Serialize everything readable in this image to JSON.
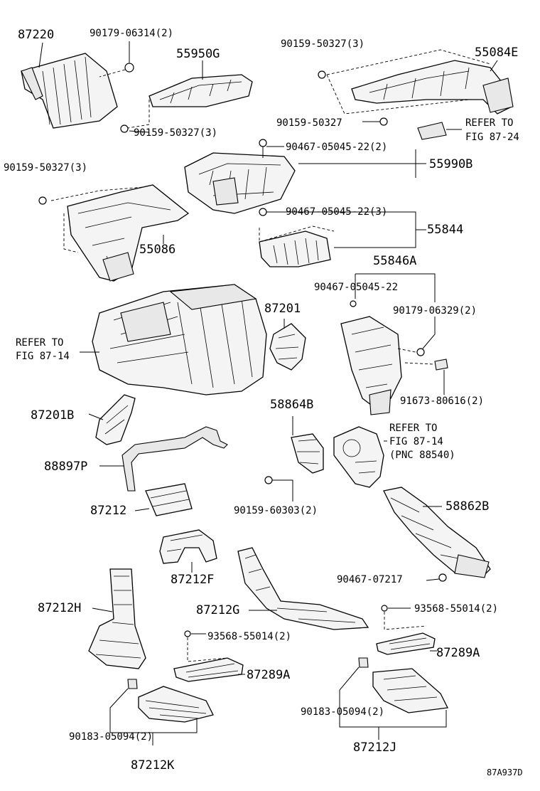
{
  "diagram_id": "87A937D",
  "labels": {
    "p87220": "87220",
    "p90179_06314": "90179-06314(2)",
    "p55950G": "55950G",
    "p90159_50327_3a": "90159-50327(3)",
    "p55084E": "55084E",
    "p90159_50327_b": "90159-50327(3)",
    "p90159_50327_c": "90159-50327",
    "refer_87_24_a": "REFER TO",
    "refer_87_24_b": "FIG 87-24",
    "p90467_05045_22_2": "90467-05045-22(2)",
    "p90159_50327_3d": "90159-50327(3)",
    "p55990B": "55990B",
    "p90467_05045_22_3": "90467-05045-22(3)",
    "p55844": "55844",
    "p55086": "55086",
    "p55846A": "55846A",
    "p90467_05045_22": "90467-05045-22",
    "p90179_06329": "90179-06329(2)",
    "refer_87_14_a": "REFER TO",
    "refer_87_14_b": "FIG 87-14",
    "p87201": "87201",
    "p91673_80616": "91673-80616(2)",
    "p87201B": "87201B",
    "p58864B": "58864B",
    "refer_87_14_c": "REFER TO",
    "refer_87_14_d": "FIG 87-14",
    "refer_pnc": "(PNC 88540)",
    "p88897P": "88897P",
    "p87212": "87212",
    "p90159_60303": "90159-60303(2)",
    "p58862B": "58862B",
    "p87212F": "87212F",
    "p90467_07217": "90467-07217",
    "p87212H": "87212H",
    "p87212G": "87212G",
    "p93568_55014_a": "93568-55014(2)",
    "p93568_55014_b": "93568-55014(2)",
    "p87289A_a": "87289A",
    "p87289A_b": "87289A",
    "p90183_05094_a": "90183-05094(2)",
    "p87212K": "87212K",
    "p90183_05094_b": "90183-05094(2)",
    "p87212J": "87212J"
  }
}
